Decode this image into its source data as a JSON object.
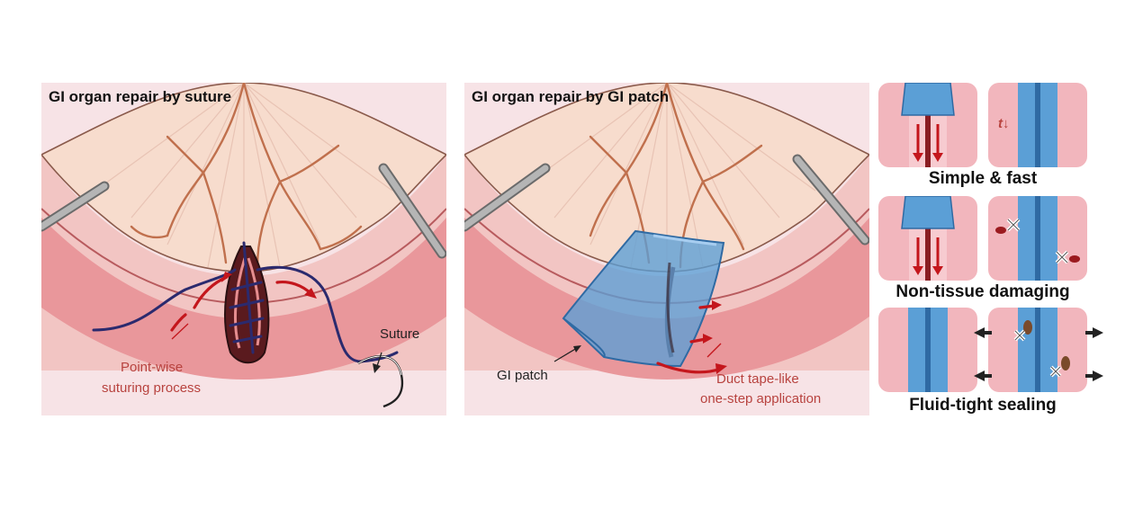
{
  "panels": {
    "suture": {
      "title": "GI organ repair by suture",
      "label_suture": "Suture",
      "label_process_1": "Point-wise",
      "label_process_2": "suturing process"
    },
    "patch": {
      "title": "GI organ repair by GI patch",
      "label_patch": "GI patch",
      "label_app_1": "Duct tape-like",
      "label_app_2": "one-step application"
    }
  },
  "features": [
    {
      "caption": "Simple & fast",
      "time_symbol": "t↓"
    },
    {
      "caption": "Non-tissue damaging"
    },
    {
      "caption": "Fluid-tight sealing"
    }
  ],
  "colors": {
    "panel_bg": "#f7e3e6",
    "mesentery": "#f7dccd",
    "vessel": "#c0704d",
    "intestine": "#e9979b",
    "suture_thread": "#2b2a6e",
    "arrow_red": "#c4161c",
    "patch_blue": "#5b9fd6",
    "tile_pink": "#f2b6bd"
  }
}
